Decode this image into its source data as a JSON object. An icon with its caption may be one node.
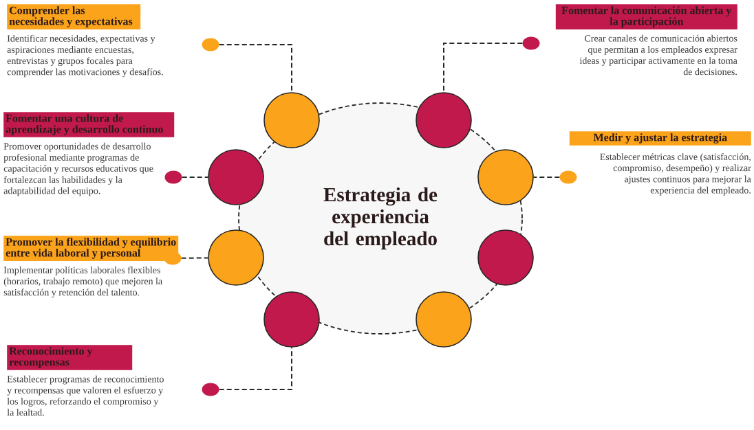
{
  "diagram": {
    "nodes": [
      {
        "text": [
          "Estrategia de experiencia del empleado"
        ]
      },
      {
        "text": [],
        "shape": "circle"
      },
      {
        "text": [],
        "shape": "circle"
      },
      {
        "text": [],
        "shape": "circle"
      },
      {
        "text": [],
        "shape": "circle"
      },
      {
        "text": [],
        "shape": "circle"
      },
      {
        "text": [],
        "shape": "circle"
      },
      {
        "text": [],
        "shape": "circle"
      },
      {
        "text": [],
        "shape": "circle"
      },
      {
        "text": [],
        "shape": "circle"
      },
      {
        "text": [],
        "shape": "circle"
      },
      {
        "text": [],
        "shape": "circle"
      },
      {
        "text": [],
        "shape": "circle"
      },
      {
        "text": [],
        "shape": "circle"
      },
      {
        "text": [],
        "shape": "circle"
      },
      {
        "text": [
          "Comprender las necesidades y expectativas",
          "Identificar necesidades, expectativas y aspiraciones mediante encuestas, entrevistas y grupos focales para comprender las motivaciones y desafíos."
        ]
      },
      {
        "text": [
          "Fomentar la comunicación abierta y la participación",
          "Crear canales de comunicación abiertos que permitan a los empleados expresar ideas y participar activamente en la toma de decisiones."
        ]
      },
      {
        "text": [
          "Fomentar una cultura de aprendizaje y desarrollo continuo",
          "Promover oportunidades de desarrollo profesional mediante programas de capacitación y recursos educativos que fortalezcan las habilidades y la adaptabilidad del equipo."
        ]
      },
      {
        "text": [
          "Medir y ajustar la estrategia",
          "Establecer métricas clave (satisfacción, compromiso, desempeño) y realizar ajustes continuos para mejorar la experiencia del empleado."
        ]
      },
      {
        "text": [
          "Promover la flexibilidad y equilibrio entre vida laboral y personal",
          "Implementar políticas laborales flexibles (horarios, trabajo remoto) que mejoren la satisfacción y retención del talento."
        ]
      },
      {
        "text": [
          "Reconocimiento y recompensas",
          "Establecer programas de reconocimiento y recompensas que valoren el esfuerzo y los logros, reforzando el compromiso y la lealtad."
        ]
      }
    ],
    "edges": [
      {
        "from": 9,
        "to": 1,
        "arrow": "none",
        "style": "dashed"
      },
      {
        "from": 10,
        "to": 2,
        "arrow": "none",
        "style": "dashed"
      },
      {
        "from": 11,
        "to": 3,
        "arrow": "none",
        "style": "dashed"
      },
      {
        "from": 12,
        "to": 4,
        "arrow": "none",
        "style": "dashed"
      },
      {
        "from": 13,
        "to": 5,
        "arrow": "none",
        "style": "dashed"
      },
      {
        "from": 14,
        "to": 7,
        "arrow": "none",
        "style": "dashed"
      }
    ]
  }
}
